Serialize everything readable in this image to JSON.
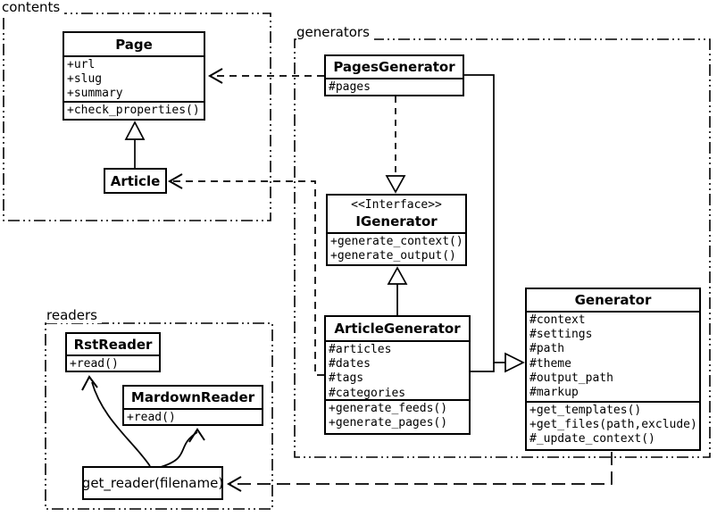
{
  "packages": {
    "contents": {
      "label": "contents"
    },
    "generators": {
      "label": "generators"
    },
    "readers": {
      "label": "readers"
    }
  },
  "classes": {
    "page": {
      "name": "Page",
      "attributes": [
        "+url",
        "+slug",
        "+summary"
      ],
      "methods": [
        "+check_properties()"
      ]
    },
    "article": {
      "name": "Article"
    },
    "pages_generator": {
      "name": "PagesGenerator",
      "attributes": [
        "#pages"
      ]
    },
    "igenerator": {
      "stereotype": "<<Interface>>",
      "name": "IGenerator",
      "methods": [
        "+generate_context()",
        "+generate_output()"
      ]
    },
    "article_generator": {
      "name": "ArticleGenerator",
      "attributes": [
        "#articles",
        "#dates",
        "#tags",
        "#categories"
      ],
      "methods": [
        "+generate_feeds()",
        "+generate_pages()"
      ]
    },
    "generator": {
      "name": "Generator",
      "attributes": [
        "#context",
        "#settings",
        "#path",
        "#theme",
        "#output_path",
        "#markup"
      ],
      "methods": [
        "+get_templates()",
        "+get_files(path,exclude)",
        "#_update_context()"
      ]
    },
    "rst_reader": {
      "name": "RstReader",
      "methods": [
        "+read()"
      ]
    },
    "mardown_reader": {
      "name": "MardownReader",
      "methods": [
        "+read()"
      ]
    },
    "get_reader": {
      "name": "get_reader(filename)"
    }
  },
  "colors": {
    "line": "#000000",
    "background": "#ffffff"
  }
}
